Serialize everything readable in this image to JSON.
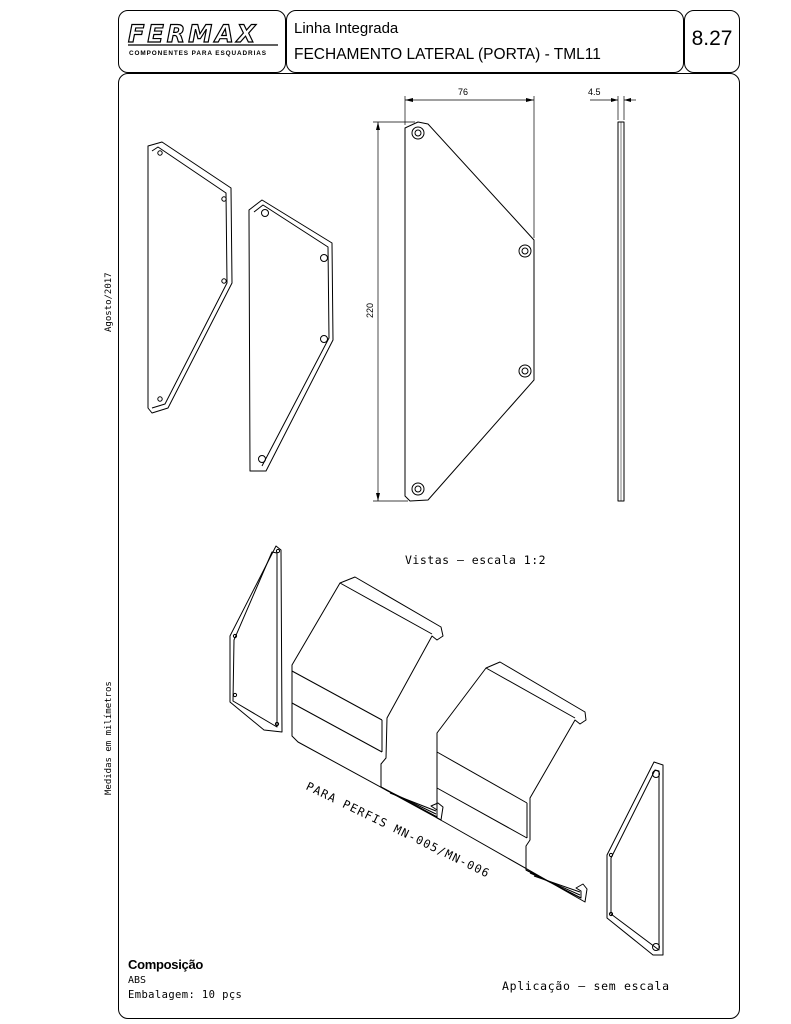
{
  "header": {
    "brand": "FERMAX",
    "brand_subtitle": "COMPONENTES PARA ESQUADRIAS",
    "title_line1": "Linha Integrada",
    "title_line2": "FECHAMENTO LATERAL (PORTA) - TML11",
    "code": "8.27"
  },
  "side_notes": {
    "date": "Agosto/2017",
    "units": "Medidas em milímetros"
  },
  "dimensions": {
    "width": "76",
    "thickness": "4.5",
    "height": "220"
  },
  "captions": {
    "views": "Vistas  – escala 1:2",
    "profiles": "PARA PERFIS MN-005/MN-006",
    "application": "Aplicação – sem escala"
  },
  "composition": {
    "title": "Composição",
    "material": "ABS",
    "packaging": "Embalagem: 10 pçs"
  }
}
